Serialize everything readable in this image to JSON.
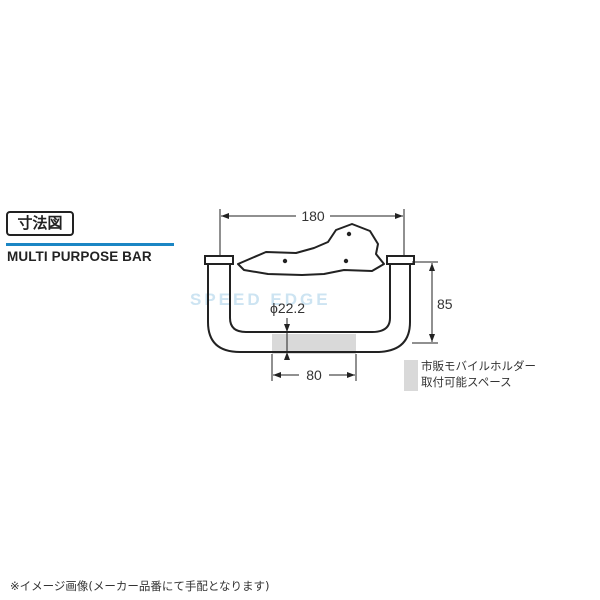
{
  "header": {
    "badge_label": "寸法図",
    "subtitle": "MULTI PURPOSE BAR",
    "rule_color": "#1b86c4"
  },
  "diagram": {
    "dim_width": "180",
    "dim_height": "85",
    "dim_diameter": "ϕ22.2",
    "dim_space": "80",
    "watermark": "SPEED EDGE",
    "space_color": "#d9d9d9"
  },
  "legend": {
    "line1": "市販モバイルホルダー",
    "line2": "取付可能スペース"
  },
  "footnote": "※イメージ画像(メーカー品番にて手配となります)"
}
